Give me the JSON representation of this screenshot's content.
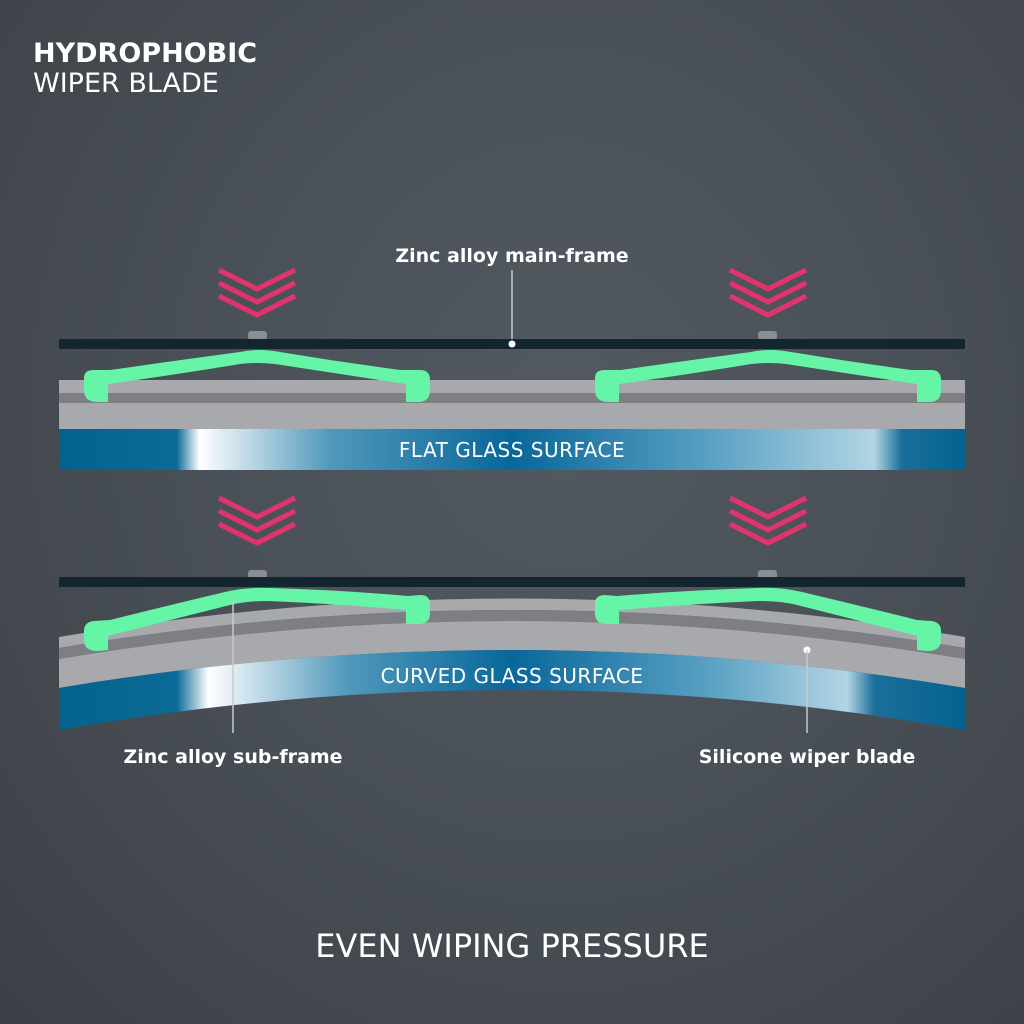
{
  "header": {
    "title_line1": "HYDROPHOBIC",
    "title_line2": "WIPER BLADE"
  },
  "diagram": {
    "panels": [
      {
        "id": "flat",
        "surface_label": "FLAT GLASS SURFACE"
      },
      {
        "id": "curved",
        "surface_label": "CURVED GLASS SURFACE"
      }
    ],
    "callouts": {
      "main_frame": "Zinc alloy main-frame",
      "sub_frame": "Zinc alloy sub-frame",
      "wiper_blade": "Silicone wiper blade"
    },
    "pressure_icon": "triple-chevron-down-icon",
    "colors": {
      "pressure_arrows": "#e2336f",
      "sub_frame": "#66f5a6",
      "main_frame": "#13262f",
      "blade_light": "#a8a9ad",
      "blade_dark": "#7d7f84",
      "glass_dark": "#04628f",
      "glass_light": "#ffffff"
    }
  },
  "footer": {
    "caption": "EVEN WIPING PRESSURE"
  }
}
